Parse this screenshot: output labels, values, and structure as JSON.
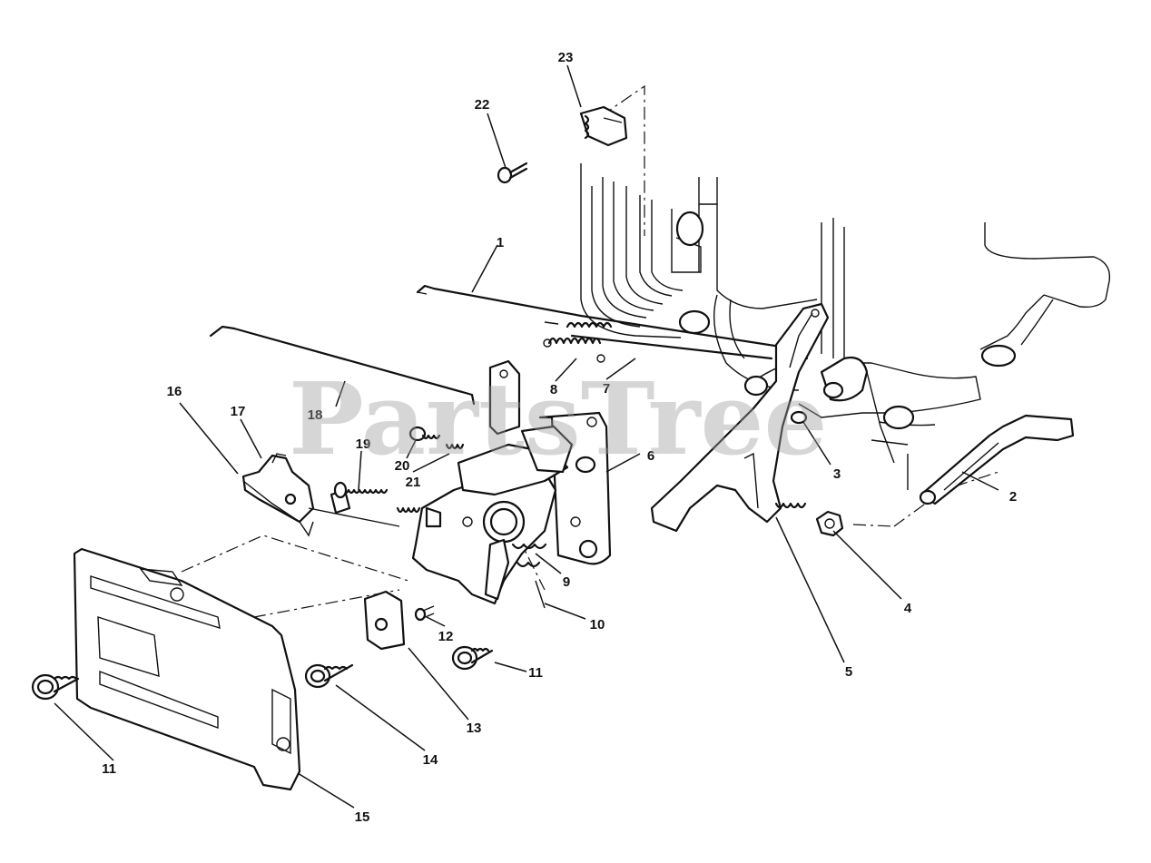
{
  "watermark": "PartsTree",
  "callouts": {
    "c1": "1",
    "c2": "2",
    "c3": "3",
    "c4": "4",
    "c5": "5",
    "c6": "6",
    "c7": "7",
    "c8": "8",
    "c9": "9",
    "c10": "10",
    "c11a": "11",
    "c11b": "11",
    "c12": "12",
    "c13": "13",
    "c14": "14",
    "c15": "15",
    "c16": "16",
    "c17": "17",
    "c18": "18",
    "c19": "19",
    "c20": "20",
    "c21": "21",
    "c22": "22",
    "c23": "23"
  }
}
